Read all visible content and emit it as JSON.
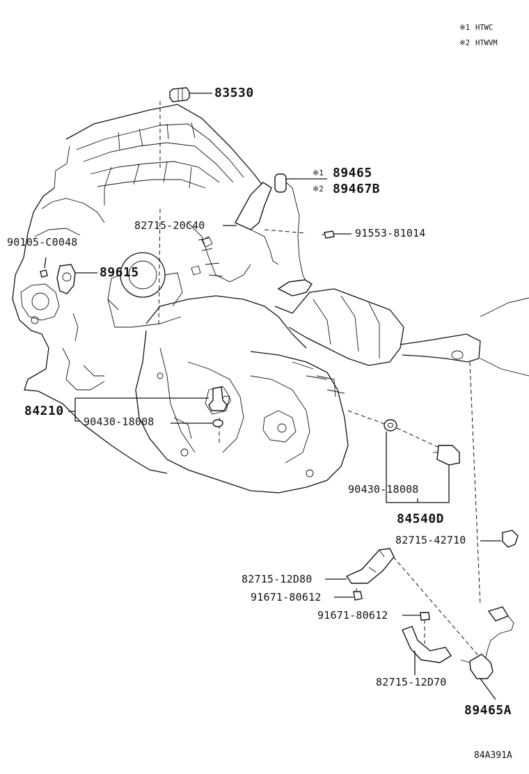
{
  "notes": {
    "note1_mark": "※1",
    "note1_text": "HTWC",
    "note2_mark": "※2",
    "note2_text": "HTWVM"
  },
  "parts": {
    "p83530": "83530",
    "p89465_mark": "※1",
    "p89465": "89465",
    "p89467b_mark": "※2",
    "p89467b": "89467B",
    "p82715_20c40": "82715-20C40",
    "p91553_81014": "91553-81014",
    "p90105_c0048": "90105-C0048",
    "p89615": "89615",
    "p84210": "84210",
    "p90430_18008_a": "90430-18008",
    "p90430_18008_b": "90430-18008",
    "p84540d": "84540D",
    "p82715_42710": "82715-42710",
    "p82715_12d80": "82715-12D80",
    "p91671_80612_a": "91671-80612",
    "p91671_80612_b": "91671-80612",
    "p82715_12d70": "82715-12D70",
    "p89465a": "89465A"
  },
  "figure_code": "84A391A"
}
